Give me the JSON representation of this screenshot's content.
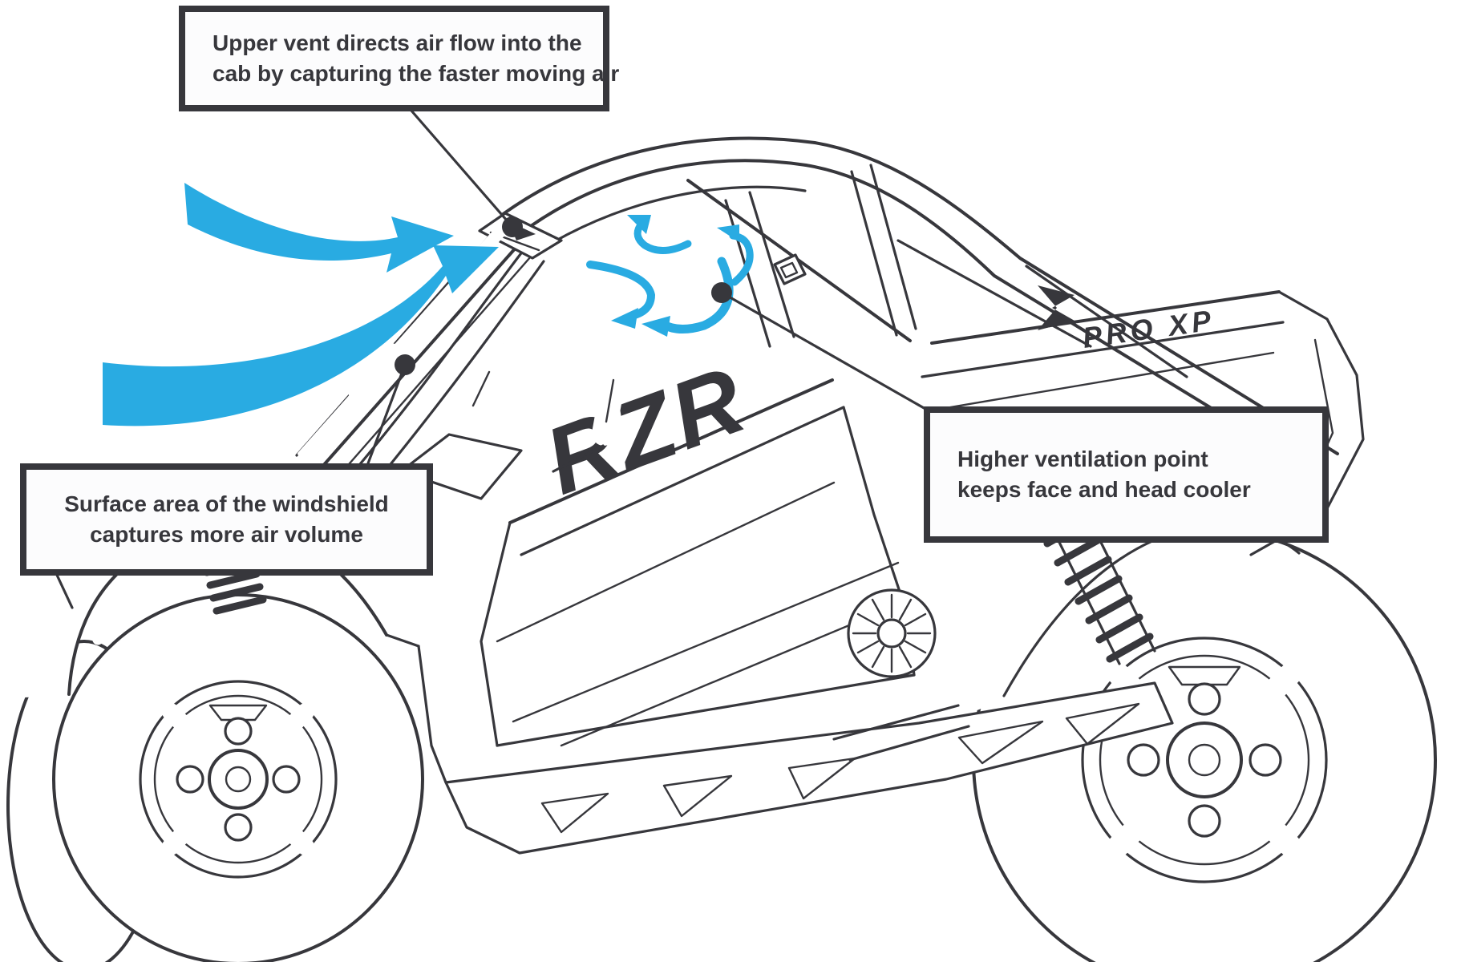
{
  "callouts": {
    "upper_vent": {
      "line1": "Upper vent directs air flow into the",
      "line2": "cab by capturing the faster moving air"
    },
    "surface_area": {
      "line1": "Surface area of the windshield",
      "line2": "captures more air volume"
    },
    "higher_vent": {
      "line1": "Higher ventilation point",
      "line2": "keeps face and head cooler"
    }
  },
  "vehicle": {
    "door_logo": "RZR",
    "bed_logo": "PRO XP"
  },
  "icons": {
    "airflow_external": "blue-swoosh-arrows",
    "airflow_cab": "blue-swirl-arrows",
    "leader_marker": "filled-dot"
  },
  "colors": {
    "ink": "#37373c",
    "accent": "#29abe2",
    "boxbg": "#fcfcfd"
  }
}
